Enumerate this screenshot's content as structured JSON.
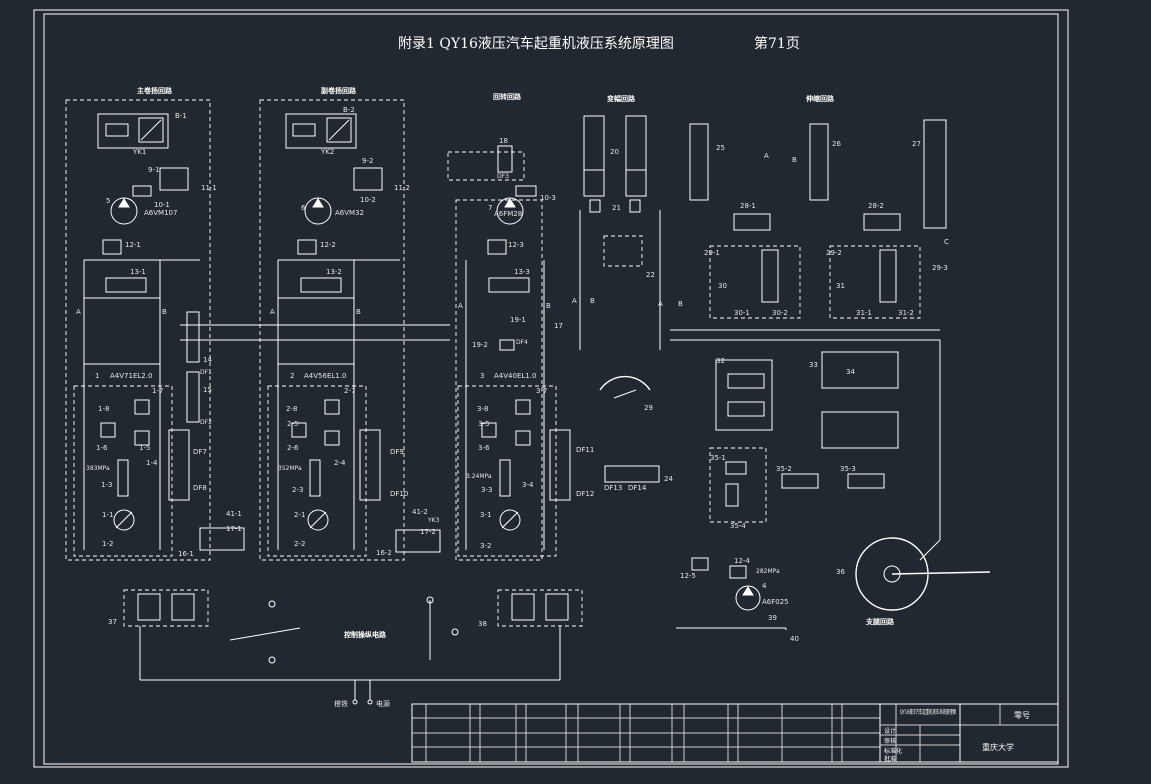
{
  "title": "附录1  QY16液压汽车起重机液压系统原理图",
  "page_no": "第71页",
  "sections": {
    "main_hoist": "主卷扬回路",
    "aux_hoist": "副卷扬回路",
    "slew": "回转回路",
    "luff": "变幅回路",
    "telescope": "伸缩回路",
    "outrigger": "支腿回路",
    "control_power": "控制操纵电路"
  },
  "labels": {
    "B1": "B-1",
    "B2": "B-2",
    "YK1": "YK1",
    "YK2": "YK2",
    "v91": "9-1",
    "v92": "9-2",
    "v101": "10-1",
    "v102": "10-2",
    "v103": "10-3",
    "l11": "11-1",
    "l12": "11-2",
    "m5": "5",
    "m6": "6",
    "m7": "7",
    "motor5": "A6VM107",
    "motor6": "A6VM32",
    "motor7": "A6FM28",
    "r121": "12-1",
    "r122": "12-2",
    "r123": "12-3",
    "r124": "12-4",
    "r125": "12-5",
    "r131": "13-1",
    "r132": "13-2",
    "r133": "13-3",
    "p1": "A4V71EL2.0",
    "p2": "A4V56EL1.0",
    "p3": "A4V40EL1.0",
    "n1": "1",
    "n2": "2",
    "n3": "3",
    "n4": "4",
    "v18": "1-8",
    "v17": "1-7",
    "v16": "1-6",
    "v15": "1-5",
    "v14": "1-4",
    "v13": "1-3",
    "v11": "1-1",
    "v12": "1-2",
    "v28": "2-8",
    "v27": "2-7",
    "v26": "2-6",
    "v25": "2-5",
    "v24": "2-4",
    "v23": "2-3",
    "v21": "2-1",
    "v22": "2-2",
    "v38": "3-8",
    "v37": "3-7",
    "v36": "3-6",
    "v35": "3-5",
    "v34": "3-4",
    "v33": "3-3",
    "v31": "3-1",
    "v32": "3-2",
    "pr1": "383MPa",
    "pr2": "352MPa",
    "pr3": "3.24MPa",
    "pr4": "282MPa",
    "df1": "DF1",
    "df2": "DF2",
    "df3": "DF3",
    "df4": "DF4",
    "df7": "DF7",
    "df8": "DF8",
    "df9": "DF9",
    "df10": "DF10",
    "df11": "DF11",
    "df12": "DF12",
    "df13": "DF13",
    "df14": "DF14",
    "n14": "14",
    "n15": "15",
    "n161": "16-1",
    "n162": "16-2",
    "n171": "17-1",
    "n172": "17-2",
    "n17": "17",
    "n191": "19-1",
    "n192": "19-2",
    "n18": "18",
    "y41": "41-1",
    "y42": "41-2",
    "yk3": "YK3",
    "A": "A",
    "B": "B",
    "C": "C",
    "n20": "20",
    "n21": "21",
    "n22": "22",
    "n24": "24",
    "n25": "25",
    "n26": "26",
    "n27": "27",
    "n281": "28-1",
    "n282": "28-2",
    "n291": "29-1",
    "n292": "29-2",
    "n293": "29-3",
    "n29": "29",
    "n30": "30",
    "n301": "30-1",
    "n302": "30-2",
    "n31": "31",
    "n311": "31-1",
    "n312": "31-2",
    "n32": "32",
    "n33": "33",
    "n34": "34",
    "n351": "35-1",
    "n352": "35-2",
    "n353": "35-3",
    "n354": "35-4",
    "n36": "36",
    "n37": "37",
    "n38": "38",
    "n39": "39",
    "n40": "40",
    "pump4": "A6F025",
    "ground": "搭铁",
    "power": "电源"
  },
  "title_block": {
    "school": "重庆大学",
    "sheet": "零号",
    "drawing_name": "QY16液压汽车起重机液压系统原理图",
    "row_labels": [
      "设计",
      "审核",
      "标准化",
      "批准"
    ]
  }
}
